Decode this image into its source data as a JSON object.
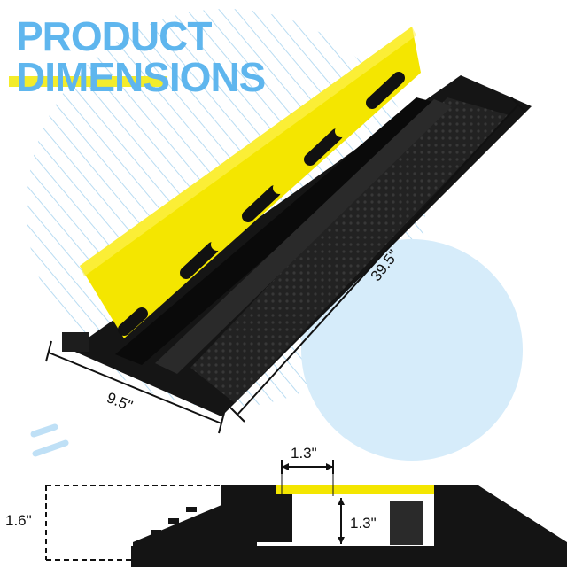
{
  "title": {
    "line1": "PRODUCT",
    "line2": "DIMENSIONS"
  },
  "dimensions": {
    "width": "9.5\"",
    "length": "39.5\"",
    "channel_width": "1.3\"",
    "height": "1.6\"",
    "channel_height": "1.3\""
  },
  "colors": {
    "title": "#5fb6ee",
    "underline": "#f3ec2b",
    "lid": "#f4e600",
    "ramp": "#1b1b1b",
    "accent_blue": "#c9e6f8"
  },
  "icons": {
    "product": "cable-protector-ramp"
  }
}
